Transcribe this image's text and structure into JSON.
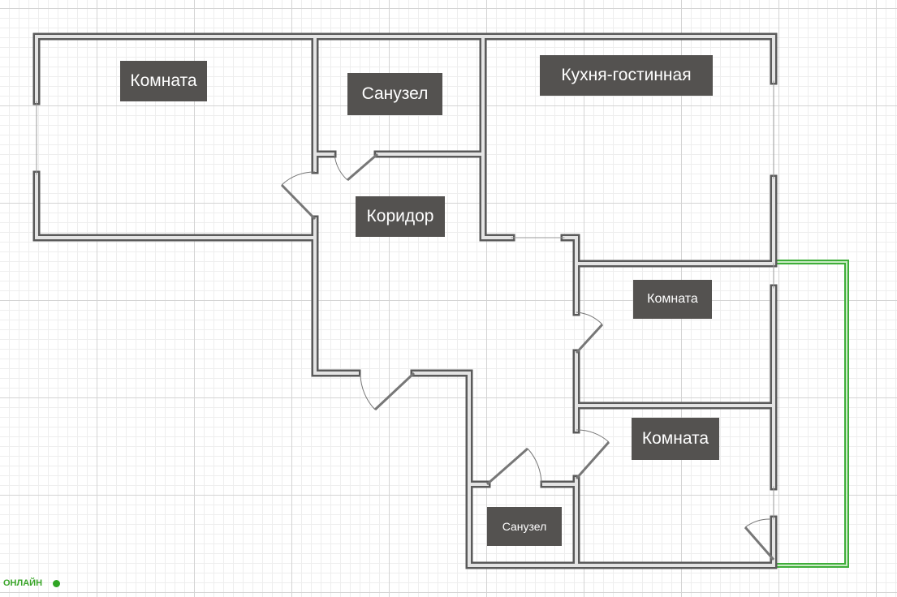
{
  "rooms": {
    "room_top_left": "Комната",
    "bathroom_top": "Санузел",
    "kitchen_living": "Кухня-гостинная",
    "corridor": "Коридор",
    "room_middle_right": "Комната",
    "room_bottom_right": "Комната",
    "bathroom_bottom": "Санузел"
  },
  "status": {
    "label": "ОНЛАЙН",
    "color": "#2fa524"
  },
  "colors": {
    "wall": "#5a5a5a",
    "balcony": "#3fae3a",
    "label_bg": "#545250"
  }
}
